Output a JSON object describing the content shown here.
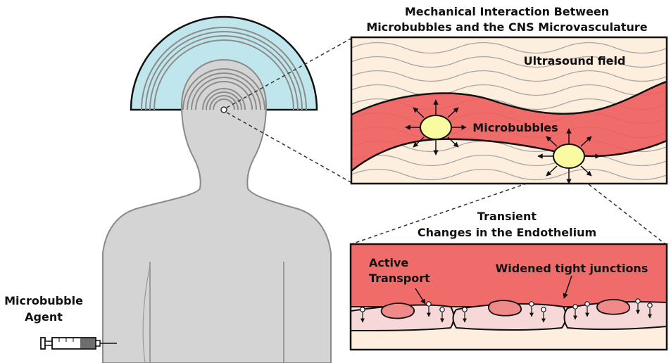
{
  "titles": {
    "mechanical_line1": "Mechanical Interaction Between",
    "mechanical_line2": "Microbubbles and the CNS Microvasculature",
    "transient_line1": "Transient",
    "transient_line2": "Changes in the Endothelium"
  },
  "labels": {
    "ultrasound_field": "Ultrasound field",
    "microbubbles": "Microbubbles",
    "active_transport_line1": "Active",
    "active_transport_line2": "Transport",
    "widened_tight_junctions": "Widened tight junctions",
    "microbubble_agent_line1": "Microbubble",
    "microbubble_agent_line2": "Agent"
  },
  "colors": {
    "transducer_fill": "#bfe6ec",
    "body_fill": "#d4d4d4",
    "body_stroke": "#8a8a8a",
    "vessel_fill": "#ee5d5d",
    "tissue_fill": "#fdeedd",
    "bubble_fill": "#fafaa0",
    "cell_fill": "#f7d8d8",
    "nucleus_fill": "#f08a8a"
  }
}
